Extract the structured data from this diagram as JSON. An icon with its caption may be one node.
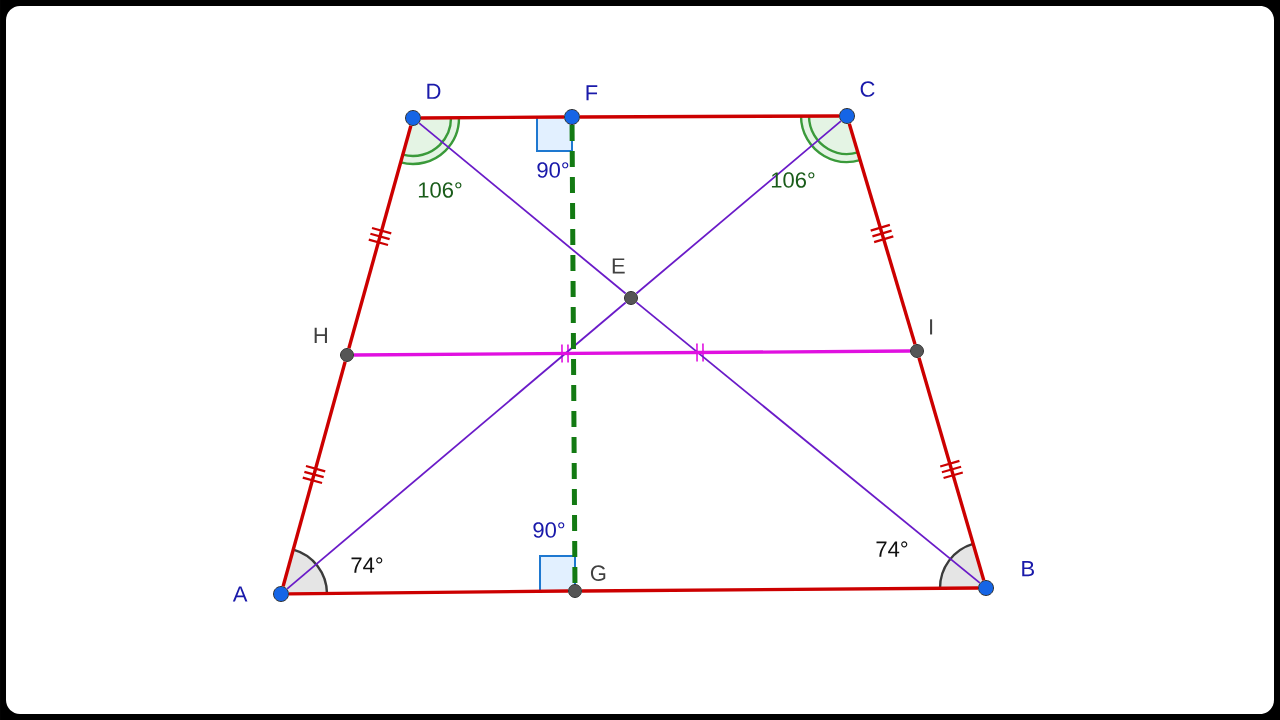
{
  "diagram": {
    "nodes": [
      {
        "text": [
          "A"
        ]
      },
      {
        "text": [
          "B"
        ]
      },
      {
        "text": [
          "C"
        ]
      },
      {
        "text": [
          "D"
        ]
      },
      {
        "text": [
          "E"
        ]
      },
      {
        "text": [
          "F"
        ]
      },
      {
        "text": [
          "G"
        ]
      },
      {
        "text": [
          "H"
        ]
      },
      {
        "text": [
          "I"
        ]
      }
    ],
    "edges": [
      {
        "from": 0,
        "to": 6,
        "arrow": "none"
      },
      {
        "from": 6,
        "to": 1,
        "arrow": "none"
      },
      {
        "from": 1,
        "to": 8,
        "arrow": "none"
      },
      {
        "from": 8,
        "to": 2,
        "arrow": "none"
      },
      {
        "from": 2,
        "to": 5,
        "arrow": "none"
      },
      {
        "from": 5,
        "to": 3,
        "arrow": "none"
      },
      {
        "from": 3,
        "to": 7,
        "arrow": "none"
      },
      {
        "from": 7,
        "to": 0,
        "arrow": "none"
      },
      {
        "from": 0,
        "to": 4,
        "arrow": "none",
        "color": "#6a1bc8"
      },
      {
        "from": 4,
        "to": 2,
        "arrow": "none",
        "color": "#6a1bc8"
      },
      {
        "from": 3,
        "to": 4,
        "arrow": "none",
        "color": "#6a1bc8"
      },
      {
        "from": 4,
        "to": 1,
        "arrow": "none",
        "color": "#6a1bc8"
      },
      {
        "from": 7,
        "to": 8,
        "arrow": "none",
        "color": "#e010e0"
      },
      {
        "from": 5,
        "to": 6,
        "arrow": "none",
        "style": "dashed",
        "color": "#137a13"
      }
    ],
    "labels": [
      "106°",
      "90°",
      "106°",
      "90°",
      "74°",
      "74°"
    ]
  }
}
